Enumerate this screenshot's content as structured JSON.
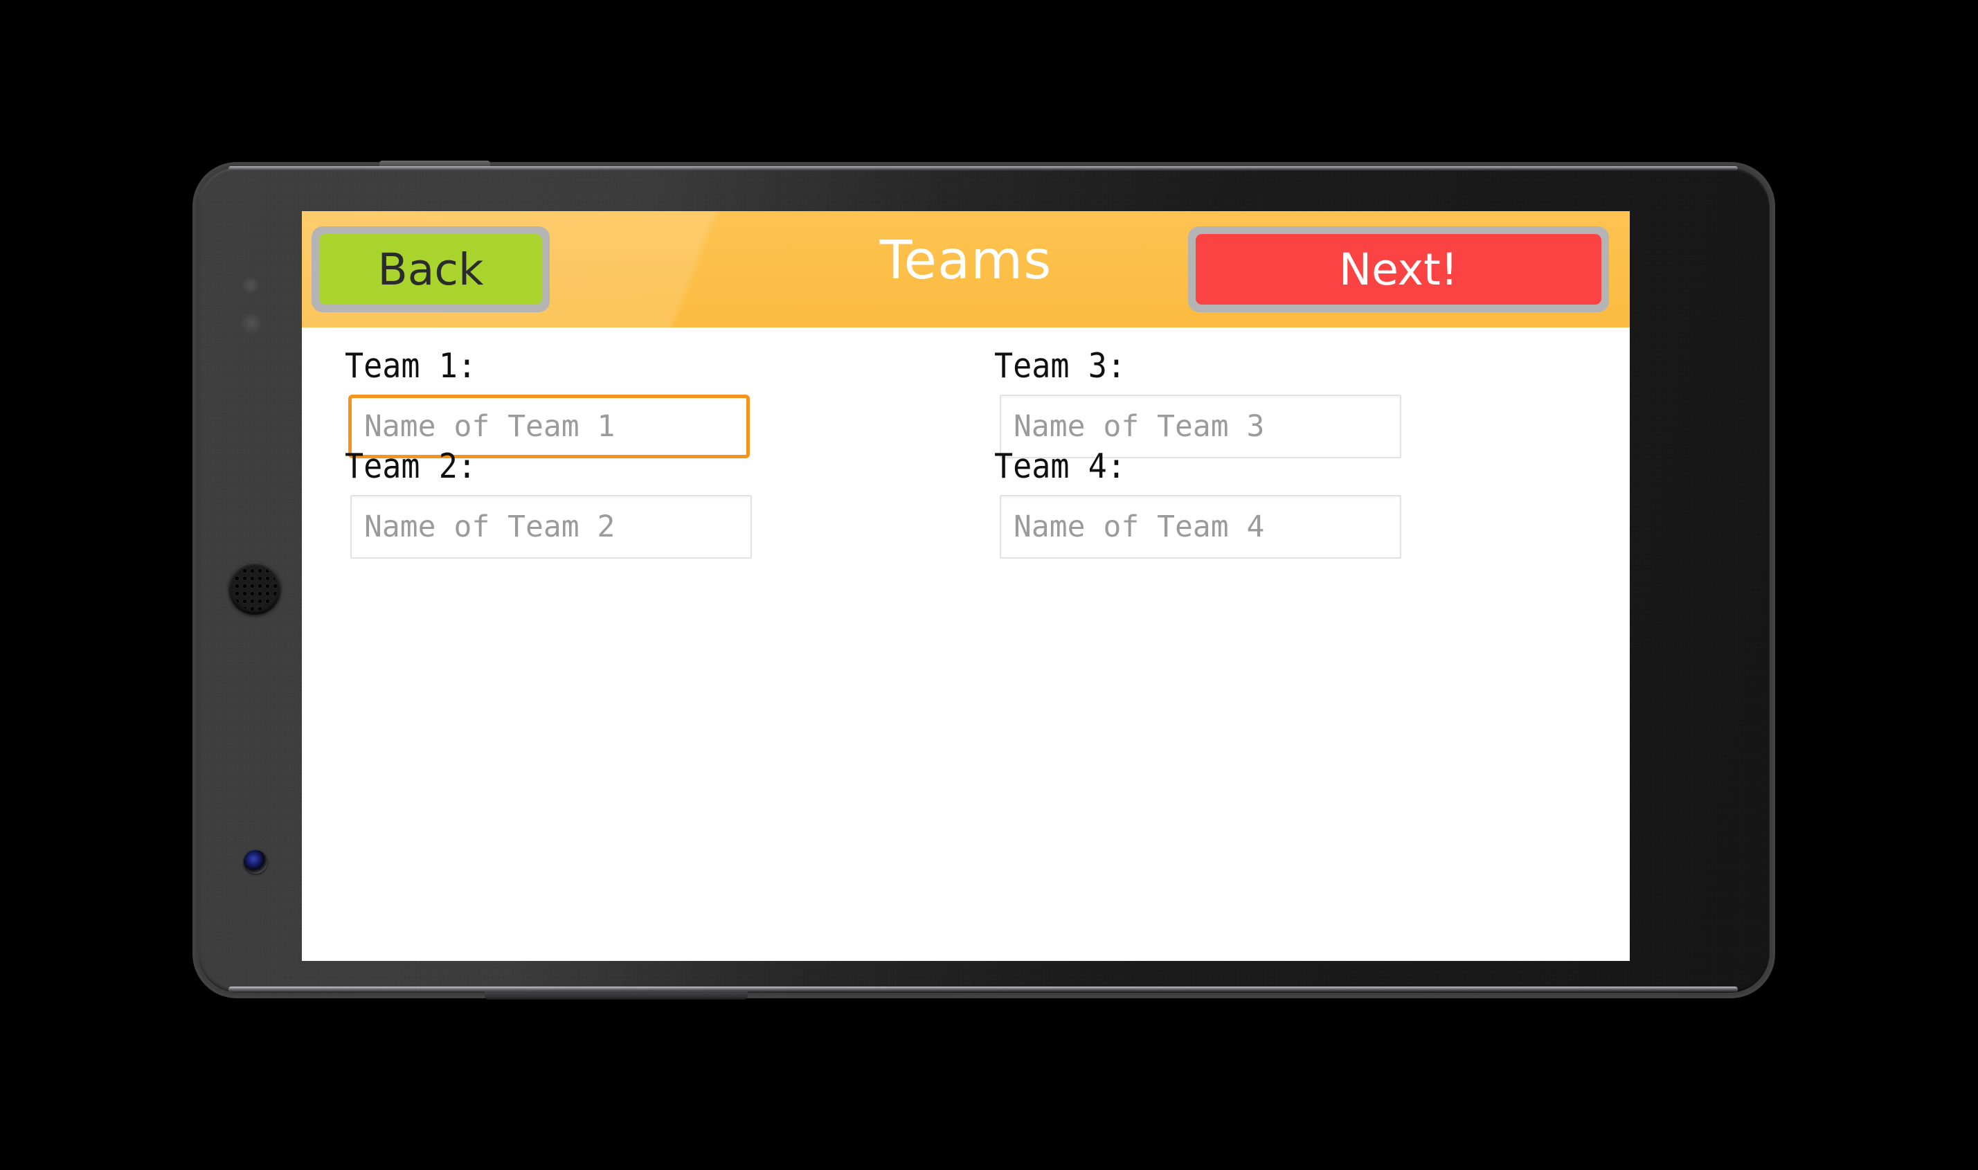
{
  "app": {
    "header": {
      "title": "Teams",
      "back_label": "Back",
      "next_label": "Next!",
      "background_color": "#fcbb40",
      "title_color": "#ffffff",
      "back_color": "#a9d42e",
      "next_color": "#fc4343",
      "button_border_color": "#b4b4b4"
    },
    "form": {
      "focus_color": "#f5941d",
      "fields": [
        {
          "label": "Team 1:",
          "placeholder": "Name of Team 1",
          "value": "",
          "focused": true,
          "column": "left",
          "row": 1
        },
        {
          "label": "Team 2:",
          "placeholder": "Name of Team 2",
          "value": "",
          "focused": false,
          "column": "left",
          "row": 2
        },
        {
          "label": "Team 3:",
          "placeholder": "Name of Team 3",
          "value": "",
          "focused": false,
          "column": "right",
          "row": 1
        },
        {
          "label": "Team 4:",
          "placeholder": "Name of Team 4",
          "value": "",
          "focused": false,
          "column": "right",
          "row": 2
        }
      ]
    }
  },
  "device": {
    "type": "android-phone-landscape",
    "body_color": "#2a2a2a",
    "screen_background": "#ffffff",
    "hardware": {
      "speaker_grille": "speaker-grille-icon",
      "front_camera": "camera-lens-icon",
      "proximity_sensor": "sensor-dot-icon",
      "light_sensor": "sensor-dot-icon"
    }
  },
  "canvas": {
    "background_color": "#000000"
  }
}
